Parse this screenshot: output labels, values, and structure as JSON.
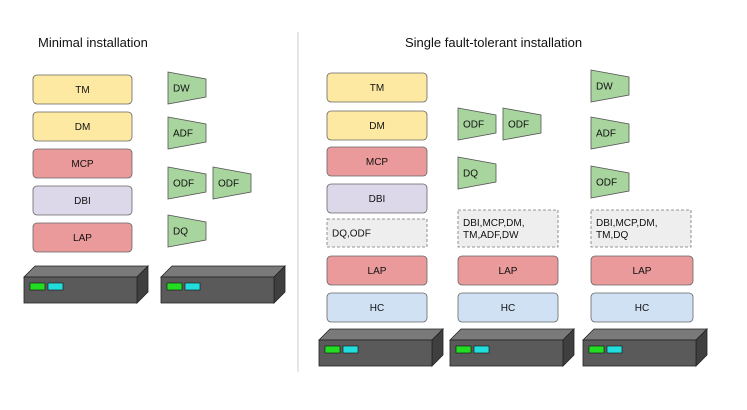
{
  "left_title": "Minimal installation",
  "right_title": "Single fault-tolerant installation",
  "colors": {
    "tm": "#fde9a2",
    "dm": "#fde9a2",
    "mcp": "#ea9a9b",
    "dbi": "#ddd7ea",
    "lap": "#ea9a9b",
    "hc": "#cfe1f3",
    "dashed": "#eeeeee",
    "trap": "#a8d49e",
    "server": "#5a5a5a",
    "led_green": "#22dd22",
    "led_cyan": "#22dddd"
  },
  "minimal": {
    "stack": [
      "TM",
      "DM",
      "MCP",
      "DBI",
      "LAP"
    ],
    "col2": [
      "DW",
      "ADF",
      "ODF",
      "DQ"
    ],
    "col3": [
      "ODF"
    ]
  },
  "ft": {
    "col1": {
      "stack": [
        "TM",
        "DM",
        "MCP",
        "DBI"
      ],
      "dashed": "DQ,ODF",
      "lap": "LAP",
      "hc": "HC"
    },
    "col2": {
      "traps": [
        "ODF",
        "ODF",
        "DQ"
      ],
      "dashed": [
        "DBI,MCP,DM,",
        "TM,ADF,DW"
      ],
      "lap": "LAP",
      "hc": "HC"
    },
    "col3": {
      "traps": [
        "DW",
        "ADF",
        "ODF"
      ],
      "dashed": [
        "DBI,MCP,DM,",
        "TM,DQ"
      ],
      "lap": "LAP",
      "hc": "HC"
    }
  }
}
